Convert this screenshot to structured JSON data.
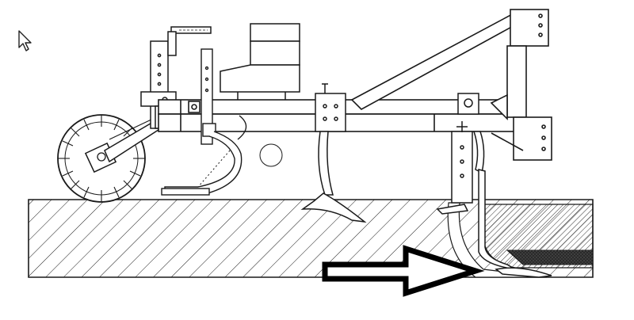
{
  "figure": {
    "description_visible_text": "",
    "colors": {
      "line": "#1a1a1a",
      "background": "#ffffff",
      "arrow_fill": "#ffffff",
      "seed_fill": "#222222"
    },
    "icons": [
      "mouse-pointer-icon",
      "direction-arrow-icon"
    ],
    "components": [
      "press-wheel",
      "front-mast",
      "seed-hopper",
      "main-toolbar",
      "seed-tube",
      "cultivator-shank",
      "sweep-shoe",
      "diagonal-brace",
      "deep-shank",
      "deep-furrow-opener",
      "soil-profile",
      "furrow-section",
      "seed-layer"
    ]
  }
}
